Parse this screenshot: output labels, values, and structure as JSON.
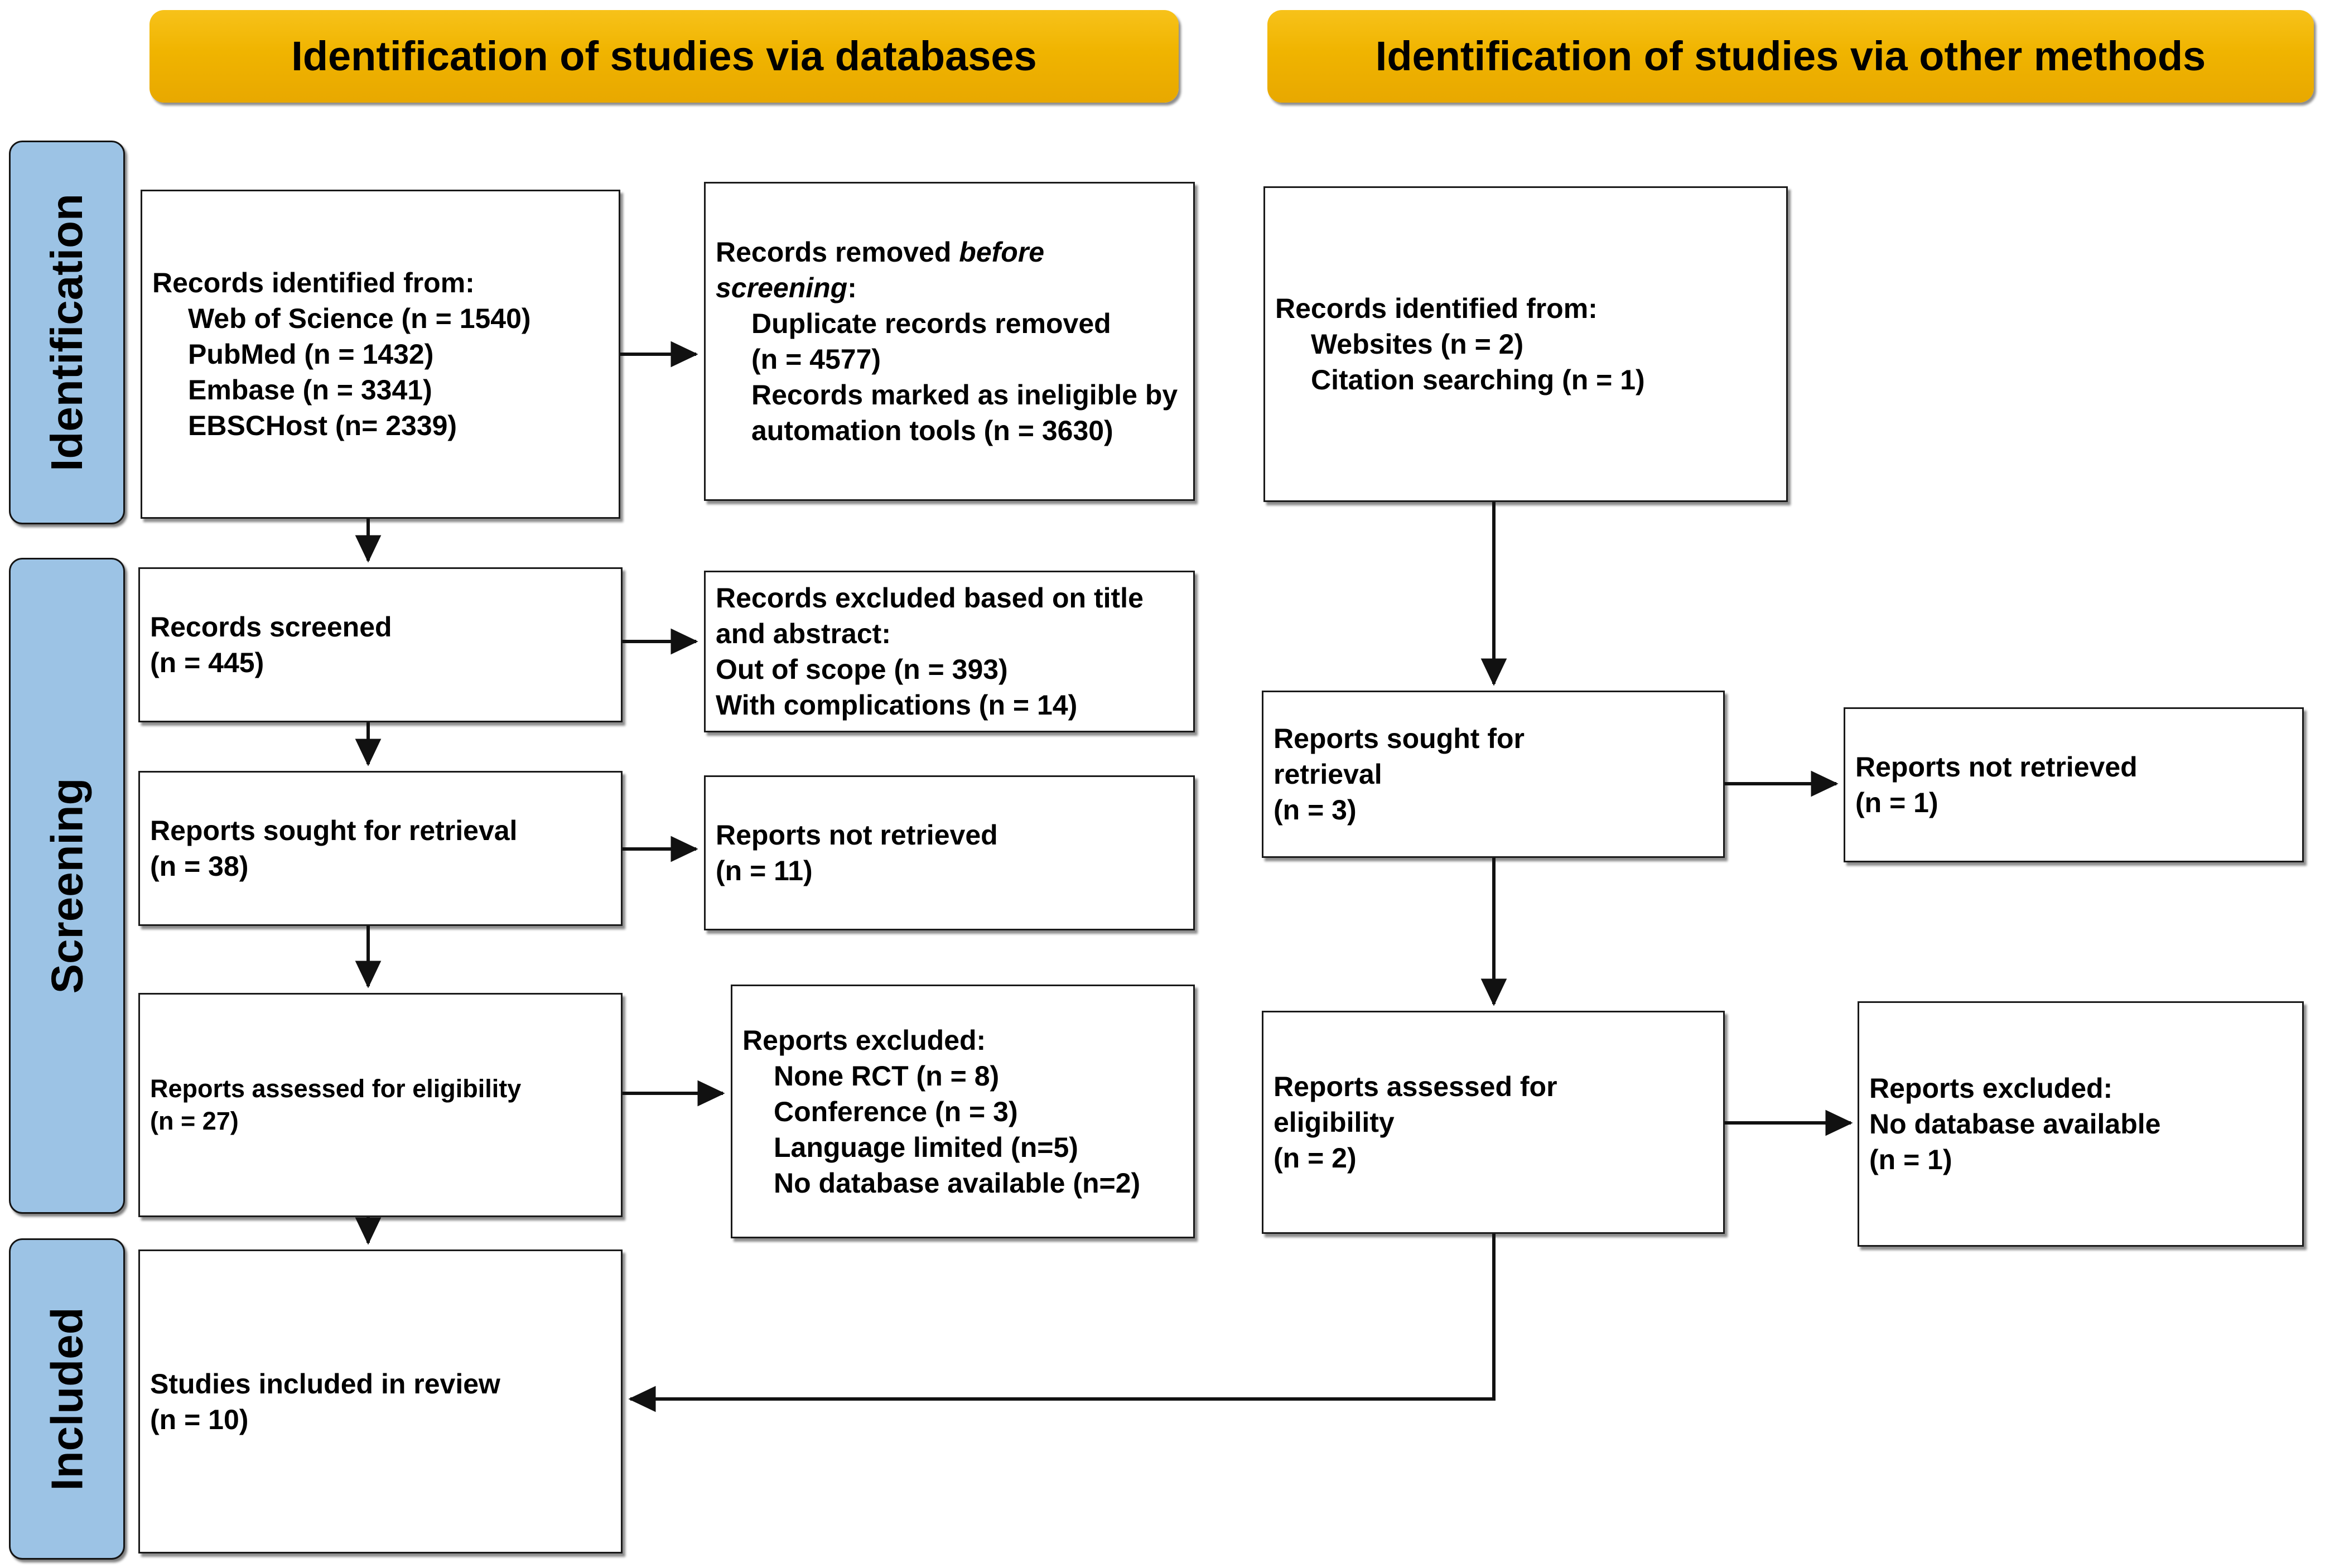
{
  "figure": {
    "type": "prisma-flow-diagram",
    "colors": {
      "banner_yellow": "#F0B400",
      "sidebar_blue": "#9CC3E5",
      "box_border": "#1A1A1A",
      "background": "#FFFFFF"
    }
  },
  "banners": [
    {
      "id": "databases",
      "label": "Identification of studies via databases"
    },
    {
      "id": "other-methods",
      "label": "Identification of studies via other methods"
    }
  ],
  "stage_labels": [
    {
      "id": "identification",
      "label": "Identification"
    },
    {
      "id": "screening",
      "label": "Screening"
    },
    {
      "id": "included",
      "label": "Included"
    }
  ],
  "database_column": {
    "records_identified": {
      "title": "Records identified from:",
      "items": [
        "Web of Science (n = 1540)",
        "PubMed (n = 1432)",
        "Embase (n = 3341)",
        "EBSCHost (n= 2339)"
      ],
      "sources": [
        {
          "name": "Web of Science",
          "n": 1540
        },
        {
          "name": "PubMed",
          "n": 1432
        },
        {
          "name": "Embase",
          "n": 3341
        },
        {
          "name": "EBSCHost",
          "n": 2339
        }
      ]
    },
    "records_removed": {
      "title_plain": "Records removed ",
      "title_italic": "before screening",
      "title_tail": ":",
      "items": [
        "Duplicate records removed",
        "(n = 4577)",
        "Records marked as ineligible by automation tools (n = 3630)"
      ],
      "values": [
        {
          "name": "Duplicate records removed",
          "n": 4577
        },
        {
          "name": "Records marked as ineligible by automation tools",
          "n": 3630
        }
      ]
    },
    "records_screened": {
      "lines": [
        "Records screened",
        "(n = 445)"
      ],
      "n": 445
    },
    "records_excluded": {
      "lines": [
        "Records excluded based on title and abstract:",
        "Out of scope (n = 393)",
        "With complications (n = 14)"
      ],
      "values": [
        {
          "name": "Out of scope",
          "n": 393
        },
        {
          "name": "With complications",
          "n": 14
        }
      ]
    },
    "reports_sought": {
      "lines": [
        "Reports sought for retrieval",
        "(n = 38)"
      ],
      "n": 38
    },
    "reports_not_retrieved": {
      "lines": [
        "Reports not retrieved",
        "(n = 11)"
      ],
      "n": 11
    },
    "reports_assessed": {
      "lines": [
        "Reports assessed for eligibility",
        "(n = 27)"
      ],
      "n": 27
    },
    "reports_excluded": {
      "title": "Reports excluded:",
      "items": [
        "None RCT (n = 8)",
        "Conference (n = 3)",
        "Language limited (n=5)",
        "No database available (n=2)"
      ],
      "values": [
        {
          "name": "None RCT",
          "n": 8
        },
        {
          "name": "Conference",
          "n": 3
        },
        {
          "name": "Language limited",
          "n": 5
        },
        {
          "name": "No database available",
          "n": 2
        }
      ]
    }
  },
  "other_methods_column": {
    "records_identified": {
      "title": "Records identified from:",
      "items": [
        "Websites (n = 2)",
        "Citation searching (n = 1)"
      ],
      "sources": [
        {
          "name": "Websites",
          "n": 2
        },
        {
          "name": "Citation searching",
          "n": 1
        }
      ]
    },
    "reports_sought": {
      "lines": [
        "Reports sought for",
        "retrieval",
        "(n = 3)"
      ],
      "n": 3
    },
    "reports_not_retrieved": {
      "lines": [
        "Reports not retrieved",
        "(n = 1)"
      ],
      "n": 1
    },
    "reports_assessed": {
      "lines": [
        "Reports assessed for",
        "eligibility",
        "(n = 2)"
      ],
      "n": 2
    },
    "reports_excluded": {
      "lines": [
        "Reports excluded:",
        "No database available",
        "(n = 1)"
      ],
      "n": 1
    }
  },
  "included": {
    "studies_included": {
      "lines": [
        "Studies included in review",
        "(n = 10)"
      ],
      "n": 10
    }
  }
}
